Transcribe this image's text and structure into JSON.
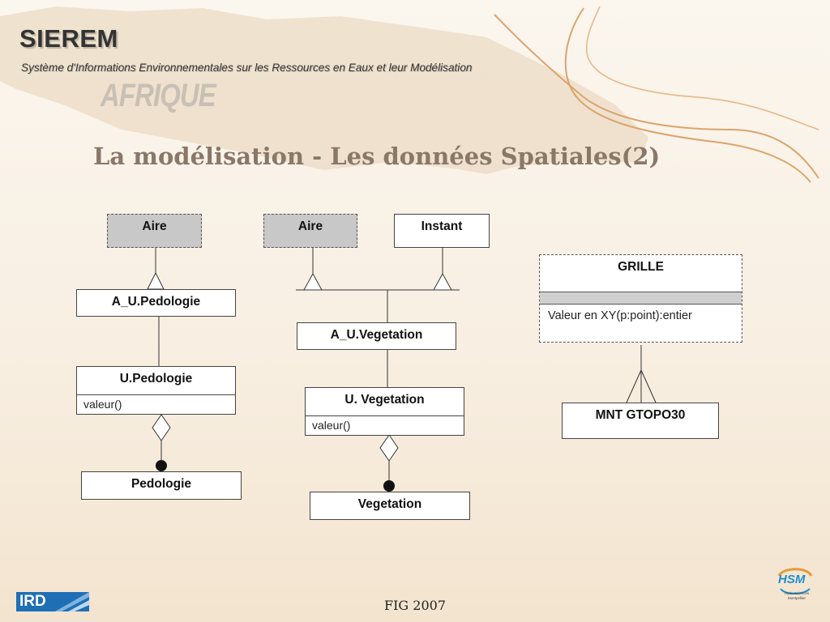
{
  "header": {
    "title": "SIEREM",
    "subtitle": "Système d'Informations Environnementales sur les Ressources en Eaux et leur Modélisation",
    "region": "AFRIQUE"
  },
  "slide_title": "La modélisation - Les données Spatiales(2)",
  "diagram": {
    "pedologie_group": {
      "aire": "Aire",
      "au": "A_U.Pedologie",
      "u_name": "U.Pedologie",
      "u_op": "valeur()",
      "leaf": "Pedologie"
    },
    "vegetation_group": {
      "aire": "Aire",
      "instant": "Instant",
      "au": "A_U.Vegetation",
      "u_name": "U. Vegetation",
      "u_op": "valeur()",
      "leaf": "Vegetation"
    },
    "grille_group": {
      "grille_name": "GRILLE",
      "grille_attr": "Valeur en XY(p:point):entier",
      "mnt": "MNT GTOPO30"
    }
  },
  "footer": {
    "text": "FIG 2007",
    "logo_left": "IRD",
    "logo_right": "HSM",
    "logo_right_sub": "HydroSciences Montpellier"
  },
  "colors": {
    "title": "#8a7768",
    "accent_orange": "#d9a36a",
    "box_grey": "#c8c8c8",
    "ird_blue": "#1f6fb5",
    "hsm_blue": "#1d8fd0"
  }
}
